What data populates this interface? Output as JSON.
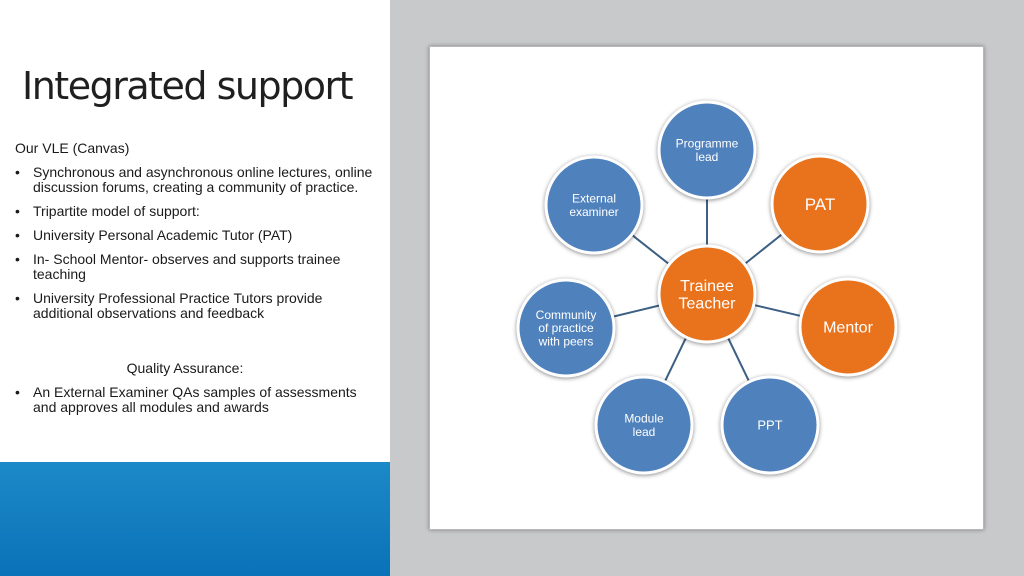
{
  "slide": {
    "title": "Integrated support",
    "intro": "Our VLE (Canvas)",
    "bullets": [
      "Synchronous and asynchronous online lectures, online discussion forums, creating a community of practice.",
      "Tripartite model of support:",
      "University Personal Academic Tutor (PAT)",
      "In- School Mentor- observes and supports trainee teaching",
      "University Professional Practice Tutors provide additional observations and feedback"
    ],
    "qa_heading": "Quality Assurance:",
    "qa_bullets": [
      "An External Examiner QAs samples of assessments and approves all modules and awards"
    ],
    "bullet_glyph": "•"
  },
  "diagram": {
    "center": {
      "lines": [
        "Trainee",
        "Teacher"
      ],
      "color": "#e8731c"
    },
    "nodes": [
      {
        "lines": [
          "Programme",
          "lead"
        ],
        "color": "#4f81bd"
      },
      {
        "lines": [
          "PAT"
        ],
        "color": "#e8731c"
      },
      {
        "lines": [
          "Mentor"
        ],
        "color": "#e8731c"
      },
      {
        "lines": [
          "PPT"
        ],
        "color": "#4f81bd"
      },
      {
        "lines": [
          "Module",
          "lead"
        ],
        "color": "#4f81bd"
      },
      {
        "lines": [
          "Community",
          "of practice",
          "with peers"
        ],
        "color": "#4f81bd"
      },
      {
        "lines": [
          "External",
          "examiner"
        ],
        "color": "#4f81bd"
      }
    ]
  },
  "colors": {
    "blue": "#4f81bd",
    "orange": "#e8731c",
    "band": "#0a72b8",
    "connector": "#3d5f83"
  }
}
